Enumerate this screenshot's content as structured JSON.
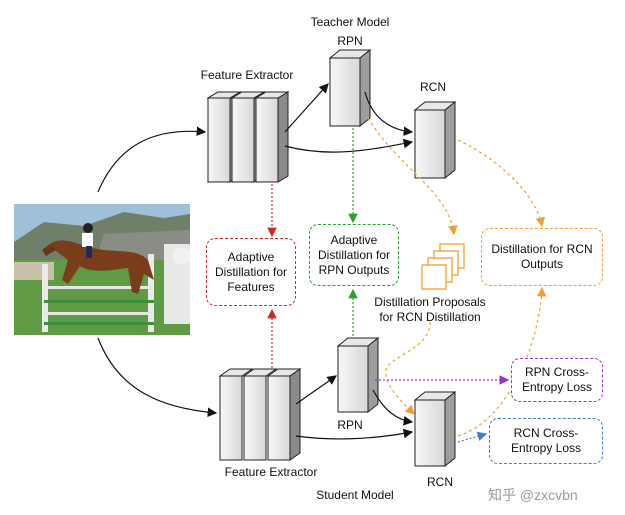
{
  "teacher": {
    "title": "Teacher Model",
    "feature_extractor": "Feature Extractor",
    "rpn": "RPN",
    "rcn": "RCN"
  },
  "student": {
    "title": "Student Model",
    "feature_extractor": "Feature Extractor",
    "rpn": "RPN",
    "rcn": "RCN"
  },
  "boxes": {
    "adaptive_features": "Adaptive\nDistillation for\nFeatures",
    "adaptive_rpn": "Adaptive\nDistillation for\nRPN Outputs",
    "rcn_outputs": "Distillation for RCN\nOutputs",
    "rpn_loss": "RPN Cross-\nEntropy Loss",
    "rcn_loss": "RCN Cross-\nEntropy Loss"
  },
  "proposals_label": "Distillation Proposals\nfor RCN Distillation",
  "watermark": "知乎 @zxcvbn",
  "colors": {
    "red": "#d62728",
    "green": "#2ca02c",
    "orange": "#f0a030",
    "purple": "#9b30d0",
    "blue": "#3a7fd0"
  }
}
